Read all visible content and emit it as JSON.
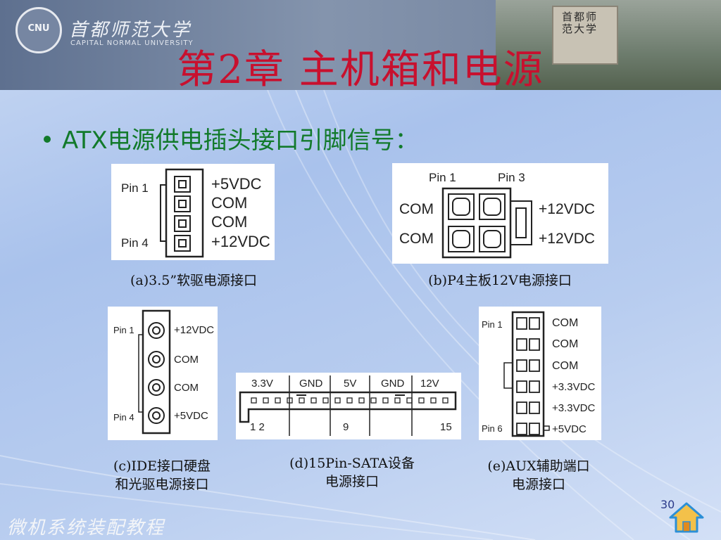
{
  "header": {
    "logo_text": "CNU",
    "university_cn": "首都师范大学",
    "university_en": "CAPITAL NORMAL UNIVERSITY",
    "gate_text": "首都师范大学"
  },
  "title": "第2章  主机箱和电源",
  "bullet": "ATX电源供电插头接口引脚信号：",
  "diagram_a": {
    "pin1": "Pin 1",
    "pin4": "Pin 4",
    "signals": [
      "+5VDC",
      "COM",
      "COM",
      "+12VDC"
    ],
    "caption": "(a)3.5”软驱电源接口"
  },
  "diagram_b": {
    "pin1": "Pin 1",
    "pin3": "Pin 3",
    "left": [
      "COM",
      "COM"
    ],
    "right": [
      "+12VDC",
      "+12VDC"
    ],
    "caption": "(b)P4主板12V电源接口"
  },
  "diagram_c": {
    "pin1": "Pin 1",
    "pin4": "Pin 4",
    "signals": [
      "+12VDC",
      "COM",
      "COM",
      "+5VDC"
    ],
    "caption_line1": "(c)IDE接口硬盘",
    "caption_line2": "和光驱电源接口"
  },
  "diagram_d": {
    "top_labels": [
      "3.3V",
      "GND",
      "5V",
      "GND",
      "12V"
    ],
    "bottom_labels": [
      "1 2",
      "9",
      "15"
    ],
    "caption_line1": "(d)15Pin-SATA设备",
    "caption_line2": "电源接口"
  },
  "diagram_e": {
    "pin1": "Pin 1",
    "pin6": "Pin 6",
    "signals": [
      "COM",
      "COM",
      "COM",
      "+3.3VDC",
      "+3.3VDC",
      "+5VDC"
    ],
    "caption_line1": "(e)AUX辅助端口",
    "caption_line2": "电源接口"
  },
  "footer": {
    "course": "微机系统装配教程",
    "page": "30"
  }
}
